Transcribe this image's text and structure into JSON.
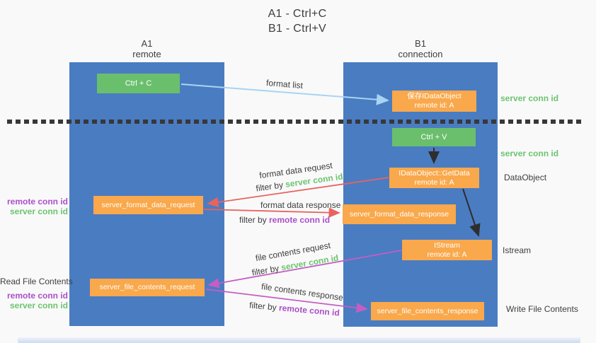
{
  "title": {
    "line1": "A1 - Ctrl+C",
    "line2": "B1 - Ctrl+V"
  },
  "columns": {
    "a1": {
      "name": "A1",
      "subtitle": "remote"
    },
    "b1": {
      "name": "B1",
      "subtitle": "connection"
    }
  },
  "nodes": {
    "ctrl_c": {
      "label": "Ctrl + C"
    },
    "save_idataobject": {
      "line1": "保存IDataObject",
      "line2": "remote id: A"
    },
    "ctrl_v": {
      "label": "Ctrl + V"
    },
    "getdata": {
      "line1": "IDataObject::GetData",
      "line2": "remote id: A"
    },
    "format_request": {
      "label": "server_format_data_request"
    },
    "format_response": {
      "label": "server_format_data_response"
    },
    "istream": {
      "line1": "IStream",
      "line2": "remote id: A"
    },
    "file_request": {
      "label": "server_file_contents_request"
    },
    "file_response": {
      "label": "server_file_contents_response"
    }
  },
  "edge_labels": {
    "format_list": "format list",
    "format_data_request": "format data request",
    "format_data_response": "format data response",
    "file_contents_request": "file contents request",
    "file_contents_response": "file contents response",
    "filter_by": "filter by ",
    "server_conn_id": "server conn id",
    "remote_conn_id": "remote conn id"
  },
  "side_labels": {
    "left": {
      "remote_conn_id_1": "remote conn id",
      "server_conn_id_1": "server conn id",
      "read_file_contents": "Read File Contents",
      "remote_conn_id_2": "remote conn id",
      "server_conn_id_2": "server conn id"
    },
    "right": {
      "server_conn_id_1": "server conn id",
      "server_conn_id_2": "server conn id",
      "dataobject": "DataObject",
      "istream": "Istream",
      "write_file_contents": "Write File Contents"
    }
  },
  "colors": {
    "canvas_bg": "#f9f9fa",
    "blue": "#4a7cc2",
    "green_node": "#6abf6d",
    "orange_node": "#f9a84b",
    "node_text": "#ffffff",
    "arrow_blue": "#a8d4f2",
    "arrow_black": "#2e2e2e",
    "arrow_red": "#e8635e",
    "arrow_magenta": "#c45ec2",
    "text_dark": "#3e3e3e",
    "text_green": "#6cc46e",
    "text_purple": "#ab4fc8",
    "dash": "#383838",
    "footer_strip": "#ccdaf2"
  }
}
